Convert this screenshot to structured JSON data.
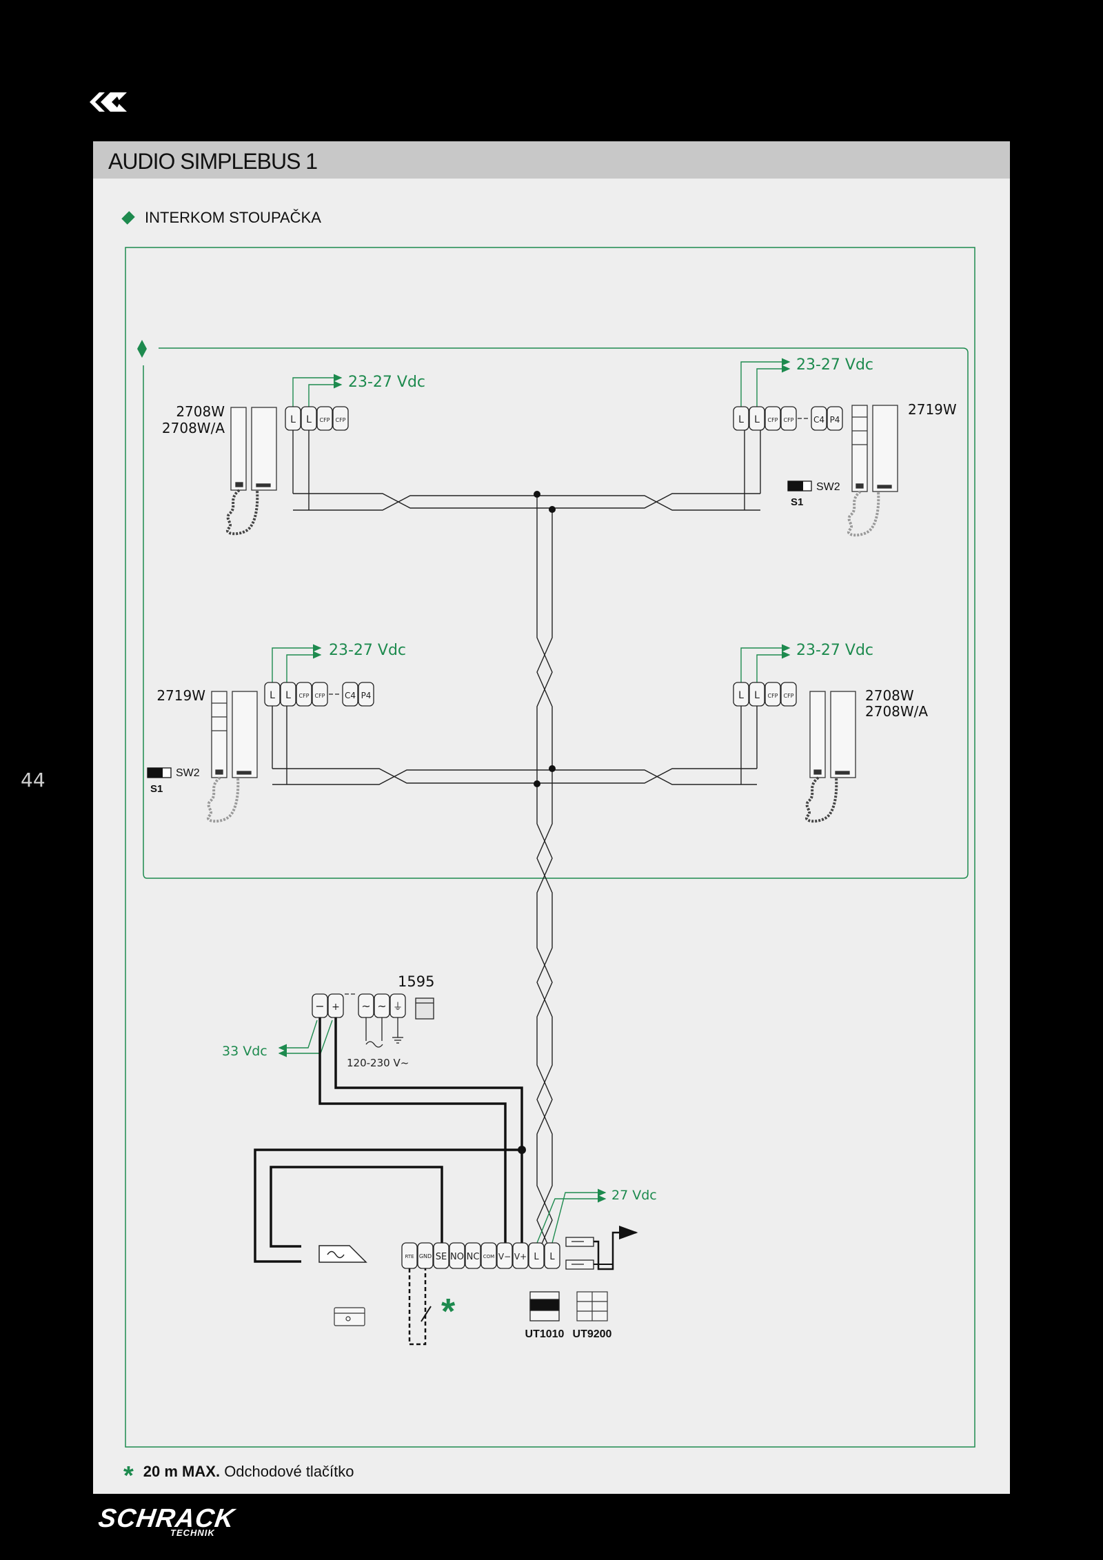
{
  "page_number": "44",
  "header": {
    "title": "AUDIO SIMPLEBUS 1"
  },
  "section": {
    "label": "INTERKOM STOUPAČKA"
  },
  "devices": {
    "tl_model": "2708W",
    "tl_model2": "2708W/A",
    "tr_model": "2719W",
    "bl_model": "2719W",
    "br_model": "2708W",
    "br_model2": "2708W/A",
    "power_supply": "1595",
    "ut1": "UT1010",
    "ut2": "UT9200"
  },
  "voltages": {
    "tl": "23-27 Vdc",
    "tr": "23-27 Vdc",
    "bl": "23-27 Vdc",
    "br": "23-27 Vdc",
    "psu_out": "33 Vdc",
    "mains": "120-230 V~",
    "panel_out": "27 Vdc"
  },
  "switches": {
    "sw": "SW2",
    "s": "S1"
  },
  "terminals": {
    "handset_basic": [
      "L",
      "L",
      "CFP",
      "CFP"
    ],
    "handset_extra": [
      "C4",
      "P4"
    ],
    "psu": [
      "−",
      "+",
      "~",
      "~",
      "⏚"
    ],
    "panel": [
      "RTE",
      "GND",
      "SE",
      "NO",
      "NC",
      "COM",
      "V−",
      "V+",
      "L",
      "L"
    ]
  },
  "footnote": {
    "bold": "20 m MAX.",
    "text": "Odchodové tlačítko"
  },
  "brand": {
    "name": "SCHRACK",
    "sub": "TECHNIK"
  },
  "colors": {
    "accent_green": "#1d8a4e",
    "panel_bg": "#eeeeee",
    "header_bg": "#c8c8c8"
  },
  "icons": [
    "schrack-chevron-logo",
    "diamond-bullet-icon",
    "handset-icon",
    "asterisk-icon"
  ]
}
